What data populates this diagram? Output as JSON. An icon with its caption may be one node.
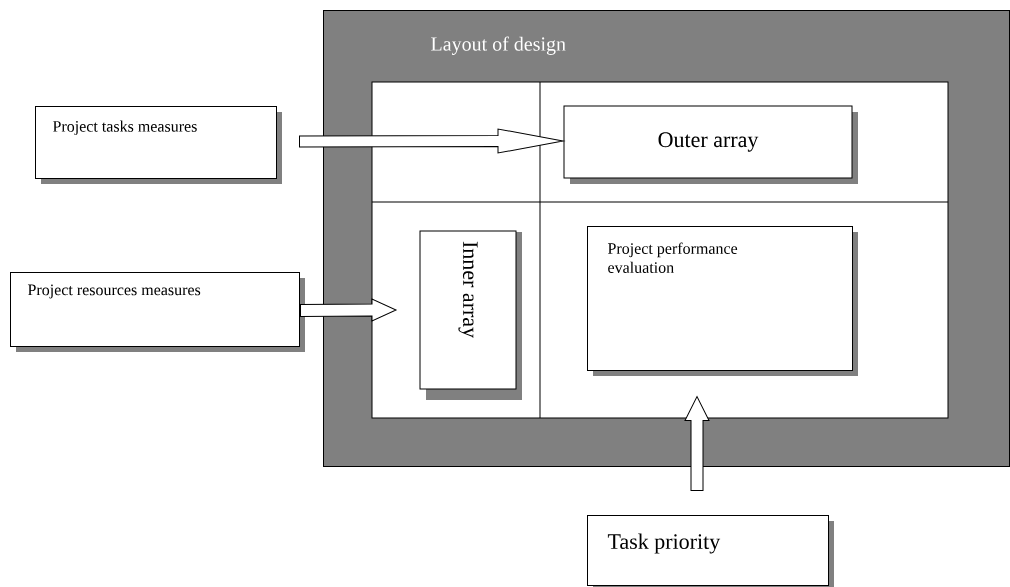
{
  "diagram": {
    "nodes": [
      {
        "text": [
          "Layout of design"
        ]
      },
      {
        "text": [
          "Project tasks measures"
        ]
      },
      {
        "text": [
          "Outer array"
        ],
        "in": 0
      },
      {
        "text": [
          "Project resources measures"
        ]
      },
      {
        "text": [
          "Inner array"
        ],
        "in": 0
      },
      {
        "text": [
          "Project performance evaluation"
        ],
        "in": 0
      },
      {
        "text": [
          "Task priority"
        ]
      }
    ],
    "edges": [
      {
        "from": 1,
        "to": 2,
        "arrow": "to"
      },
      {
        "from": 3,
        "to": 4,
        "arrow": "to"
      },
      {
        "from": 6,
        "to": 5,
        "arrow": "to"
      }
    ]
  }
}
